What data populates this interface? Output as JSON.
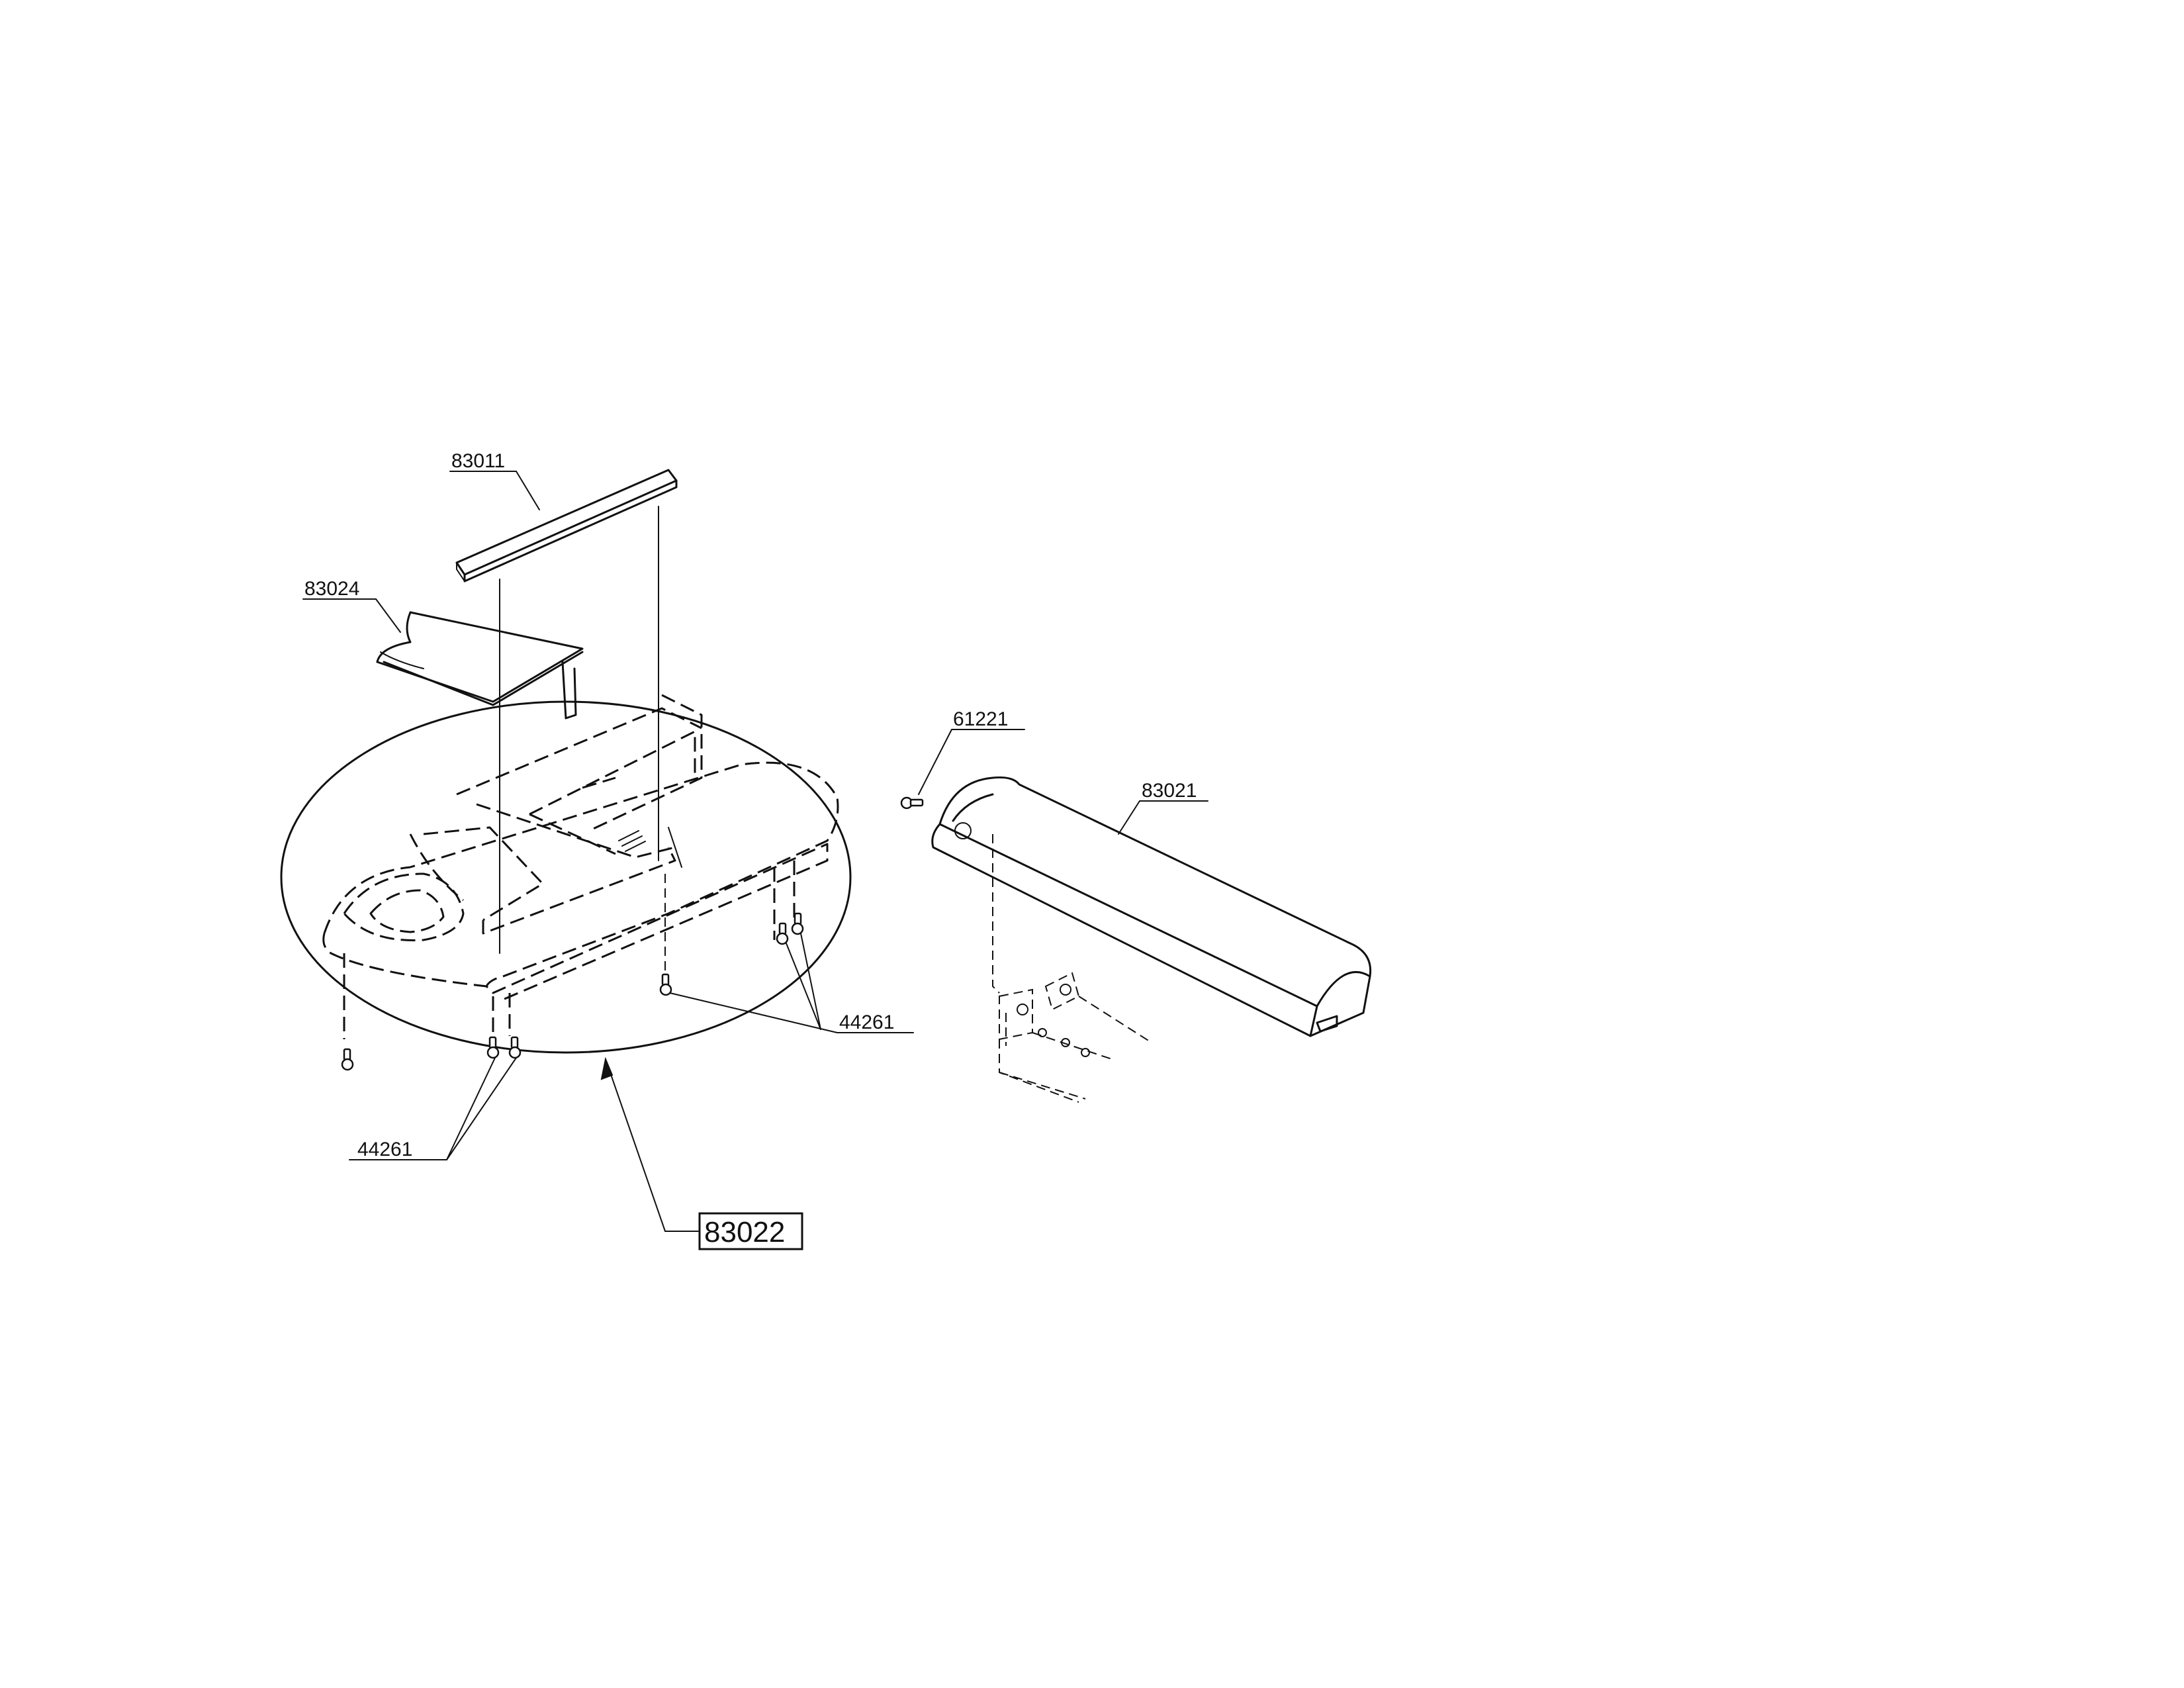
{
  "diagram": {
    "labels": {
      "part_83011": "83011",
      "part_83024": "83024",
      "part_61221": "61221",
      "part_83021": "83021",
      "part_44261_right": "44261",
      "part_44261_left": "44261",
      "part_83022": "83022"
    }
  }
}
